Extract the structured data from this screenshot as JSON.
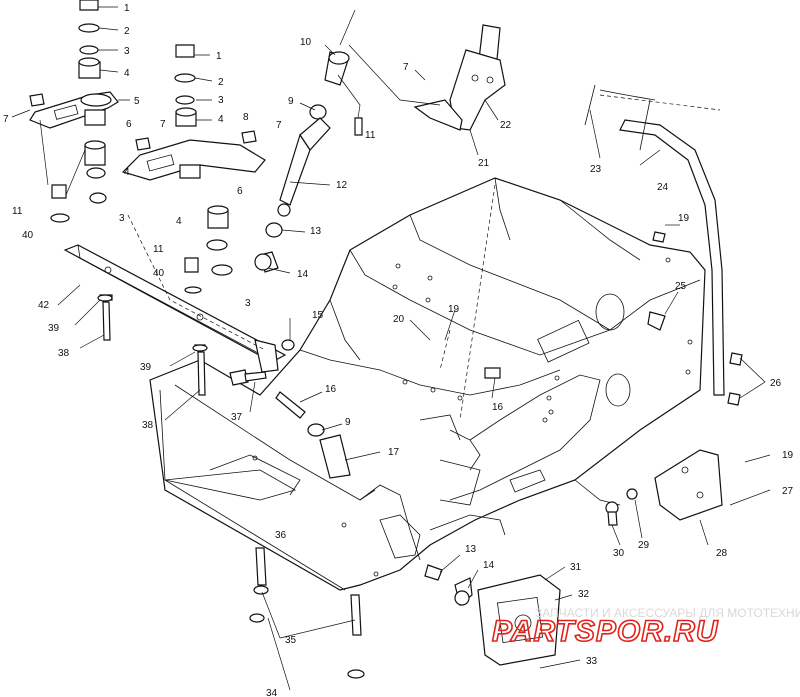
{
  "diagram": {
    "callouts": [
      {
        "id": "c1a",
        "text": "1"
      },
      {
        "id": "c2a",
        "text": "2"
      },
      {
        "id": "c3a",
        "text": "3"
      },
      {
        "id": "c4a",
        "text": "4"
      },
      {
        "id": "c5",
        "text": "5"
      },
      {
        "id": "c7a",
        "text": "7"
      },
      {
        "id": "c6a",
        "text": "6"
      },
      {
        "id": "c4b",
        "text": "4"
      },
      {
        "id": "c3b",
        "text": "3"
      },
      {
        "id": "c11a",
        "text": "11"
      },
      {
        "id": "c40a",
        "text": "40"
      },
      {
        "id": "c1b",
        "text": "1"
      },
      {
        "id": "c2b",
        "text": "2"
      },
      {
        "id": "c3c",
        "text": "3"
      },
      {
        "id": "c4c",
        "text": "4"
      },
      {
        "id": "c8",
        "text": "8"
      },
      {
        "id": "c7b",
        "text": "7"
      },
      {
        "id": "c7c",
        "text": "7"
      },
      {
        "id": "c6b",
        "text": "6"
      },
      {
        "id": "c4d",
        "text": "4"
      },
      {
        "id": "c11b",
        "text": "11"
      },
      {
        "id": "c40b",
        "text": "40"
      },
      {
        "id": "c3d",
        "text": "3"
      },
      {
        "id": "c10",
        "text": "10"
      },
      {
        "id": "c9a",
        "text": "9"
      },
      {
        "id": "c11c",
        "text": "11"
      },
      {
        "id": "c12",
        "text": "12"
      },
      {
        "id": "c13a",
        "text": "13"
      },
      {
        "id": "c14a",
        "text": "14"
      },
      {
        "id": "c7d",
        "text": "7"
      },
      {
        "id": "c22",
        "text": "22"
      },
      {
        "id": "c21",
        "text": "21"
      },
      {
        "id": "c23",
        "text": "23"
      },
      {
        "id": "c24",
        "text": "24"
      },
      {
        "id": "c19a",
        "text": "19"
      },
      {
        "id": "c25",
        "text": "25"
      },
      {
        "id": "c26",
        "text": "26"
      },
      {
        "id": "c42",
        "text": "42"
      },
      {
        "id": "c39a",
        "text": "39"
      },
      {
        "id": "c38a",
        "text": "38"
      },
      {
        "id": "c15",
        "text": "15"
      },
      {
        "id": "c39b",
        "text": "39"
      },
      {
        "id": "c38b",
        "text": "38"
      },
      {
        "id": "c37",
        "text": "37"
      },
      {
        "id": "c16a",
        "text": "16"
      },
      {
        "id": "c9b",
        "text": "9"
      },
      {
        "id": "c17",
        "text": "17"
      },
      {
        "id": "c20",
        "text": "20"
      },
      {
        "id": "c19b",
        "text": "19"
      },
      {
        "id": "c16b",
        "text": "16"
      },
      {
        "id": "c19c",
        "text": "19"
      },
      {
        "id": "c27",
        "text": "27"
      },
      {
        "id": "c30",
        "text": "30"
      },
      {
        "id": "c29",
        "text": "29"
      },
      {
        "id": "c28",
        "text": "28"
      },
      {
        "id": "c36",
        "text": "36"
      },
      {
        "id": "c13b",
        "text": "13"
      },
      {
        "id": "c14b",
        "text": "14"
      },
      {
        "id": "c31",
        "text": "31"
      },
      {
        "id": "c32",
        "text": "32"
      },
      {
        "id": "c33",
        "text": "33"
      },
      {
        "id": "c35",
        "text": "35"
      },
      {
        "id": "c34",
        "text": "34"
      }
    ]
  },
  "watermark": {
    "caption": "ЗАПЧАСТИ И АКСЕССУАРЫ ДЛЯ МОТОТЕХНИКИ",
    "logo": "PARTSPOR.RU",
    "color": "#e2231a"
  }
}
